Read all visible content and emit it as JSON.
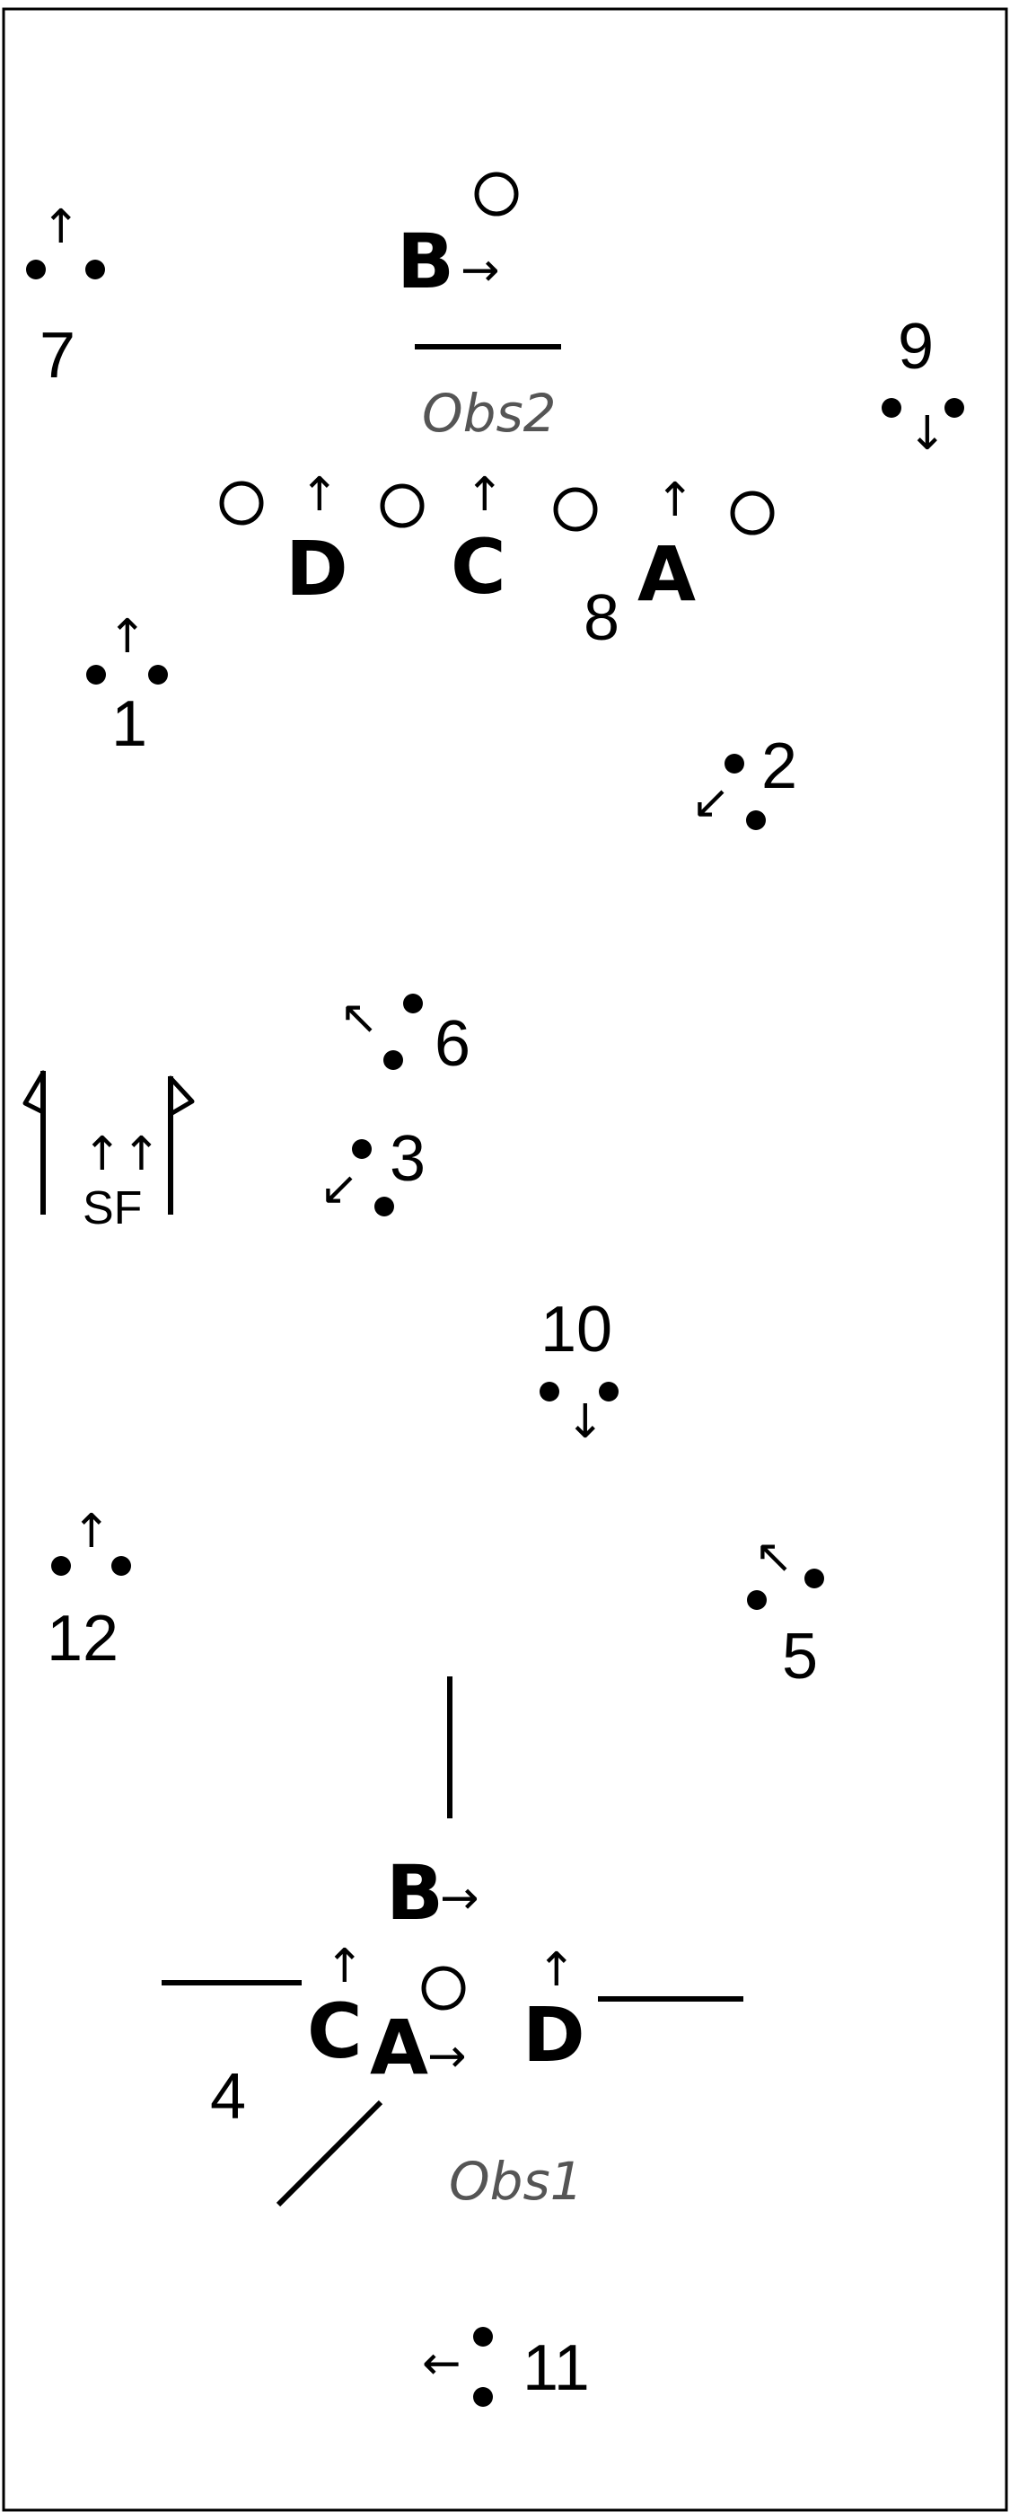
{
  "colors": {
    "ink": "#000000",
    "obs_text": "#555555",
    "background": "#ffffff"
  },
  "arrows": {
    "up": "↑",
    "down": "↓",
    "right": "→",
    "left": "←",
    "upleft": "↖",
    "downleft": "↙"
  },
  "stations": [
    {
      "label": "7"
    },
    {
      "label": "9"
    },
    {
      "label": "8"
    },
    {
      "label": "1"
    },
    {
      "label": "2"
    },
    {
      "label": "6"
    },
    {
      "label": "3"
    },
    {
      "label": "10"
    },
    {
      "label": "12"
    },
    {
      "label": "5"
    },
    {
      "label": "4"
    },
    {
      "label": "11"
    }
  ],
  "start_finish": {
    "label": "SF",
    "arrows": "↑↑"
  },
  "obstacle2": {
    "label": "Obs2",
    "gates": [
      "B",
      "D",
      "C",
      "A"
    ]
  },
  "obstacle1": {
    "label": "Obs1",
    "gates": [
      "B",
      "C",
      "A",
      "D"
    ]
  }
}
